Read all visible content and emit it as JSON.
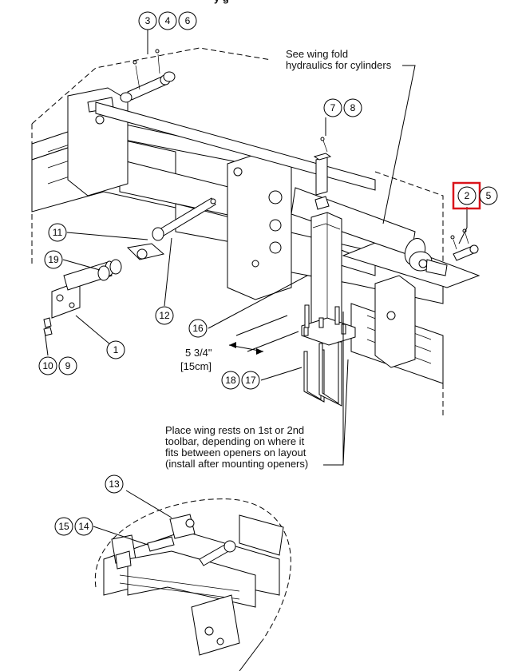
{
  "header": {
    "partial_title": "y g"
  },
  "callouts": {
    "c1": "1",
    "c2": "2",
    "c3": "3",
    "c4": "4",
    "c5": "5",
    "c6": "6",
    "c7": "7",
    "c8": "8",
    "c9": "9",
    "c10": "10",
    "c11": "11",
    "c12": "12",
    "c13": "13",
    "c14": "14",
    "c15": "15",
    "c16": "16",
    "c17": "17",
    "c18": "18",
    "c19": "19"
  },
  "notes": {
    "hydraulics_line1": "See wing fold",
    "hydraulics_line2": "hydraulics for cylinders",
    "wingrest_line1": "Place wing rests on 1st or 2nd",
    "wingrest_line2": "toolbar, depending on where it",
    "wingrest_line3": "fits between openers on layout",
    "wingrest_line4": "(install after mounting openers)"
  },
  "dimension": {
    "imperial": "5 3/4\"",
    "metric": "[15cm]"
  },
  "highlight": {
    "callout": "2",
    "color": "#d9141b"
  }
}
